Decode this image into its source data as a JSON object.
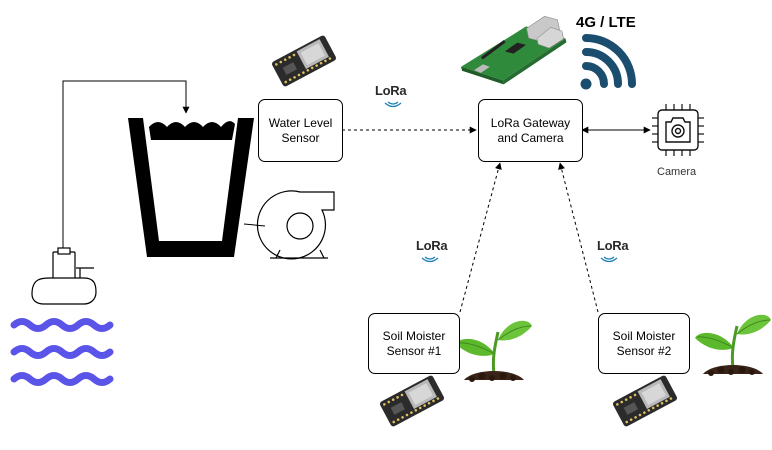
{
  "nodes": {
    "water_level_sensor": "Water Level\nSensor",
    "gateway": "LoRa Gateway\nand Camera",
    "soil_sensor_1": "Soil Moister\nSensor #1",
    "soil_sensor_2": "Soil Moister\nSensor #2"
  },
  "labels": {
    "network": "4G / LTE",
    "camera": "Camera",
    "lora": "LoRa"
  },
  "colors": {
    "wifi": "#1b4e6e",
    "water": "#5a54e8",
    "board": "#2a2a2a",
    "plant_leaf": "#5cb82c",
    "soil": "#3a2418"
  },
  "icons": [
    "water-tank-icon",
    "pump-icon",
    "submersible-pump-icon",
    "water-waves-icon",
    "raspberry-pi-icon",
    "wireless-signal-icon",
    "camera-icon",
    "sensor-board-icon",
    "plant-icon",
    "lora-icon"
  ]
}
